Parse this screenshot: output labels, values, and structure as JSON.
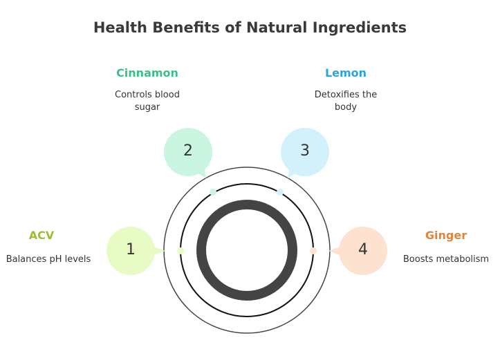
{
  "title": "Health Benefits of Natural Ingredients",
  "items": [
    {
      "number": "1",
      "name": "ACV",
      "description": "Balances pH levels",
      "color": "#9bbd2e",
      "fill": "#e8fbc4"
    },
    {
      "number": "2",
      "name": "Cinnamon",
      "description": "Controls blood sugar",
      "color": "#3bbf8a",
      "fill": "#c9f5e1"
    },
    {
      "number": "3",
      "name": "Lemon",
      "description": "Detoxifies the body",
      "color": "#29a6d8",
      "fill": "#d3f1fb"
    },
    {
      "number": "4",
      "name": "Ginger",
      "description": "Boosts metabolism",
      "color": "#e0843a",
      "fill": "#fde2cf"
    }
  ]
}
